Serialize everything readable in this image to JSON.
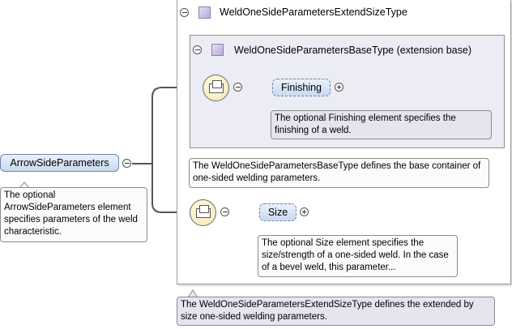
{
  "outer_type": {
    "title": "WeldOneSideParametersExtendSizeType",
    "doc": "The WeldOneSideParametersExtendSizeType defines the extended by size one-sided welding parameters."
  },
  "base_type": {
    "title": "WeldOneSideParametersBaseType (extension base)",
    "doc": "The WeldOneSideParametersBaseType defines the base container of one-sided welding parameters."
  },
  "root_element": {
    "label": "ArrowSideParameters",
    "doc": "The optional ArrowSideParameters element specifies parameters of the weld characteristic."
  },
  "finishing": {
    "label": "Finishing",
    "doc": "The optional Finishing element specifies the finishing of a weld."
  },
  "size": {
    "label": "Size",
    "doc": "The optional Size element specifies the size/strength of a one-sided weld. In the case of a bevel weld, this parameter..."
  }
}
